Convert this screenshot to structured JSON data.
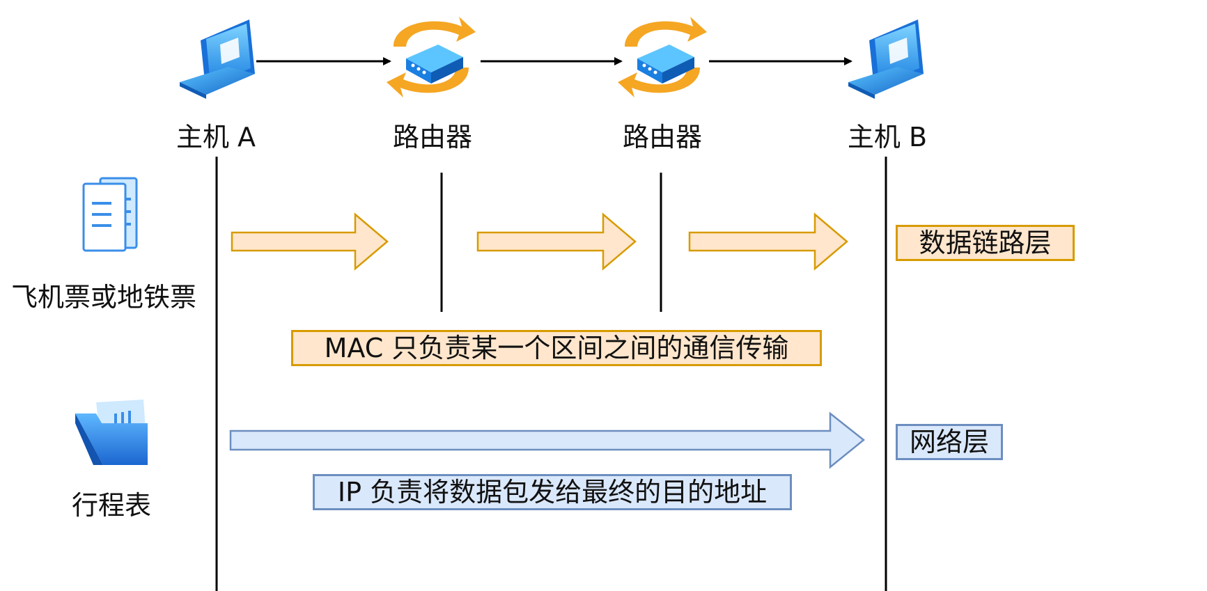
{
  "nodes": {
    "host_a": "主机 A",
    "router_1": "路由器",
    "router_2": "路由器",
    "host_b": "主机 B"
  },
  "left_labels": {
    "ticket": "飞机票或地铁票",
    "itinerary": "行程表"
  },
  "layers": {
    "data_link": "数据链路层",
    "network": "网络层"
  },
  "notes": {
    "mac": "MAC 只负责某一个区间之间的通信传输",
    "ip": "IP 负责将数据包发给最终的目的地址"
  },
  "colors": {
    "orange_fill": "#ffe6cc",
    "orange_stroke": "#d79b00",
    "blue_fill": "#dae8fc",
    "blue_stroke": "#6c8ebf",
    "router_arrow": "#f5a623"
  },
  "icons": {
    "host": "laptop-icon",
    "router": "router-icon",
    "ticket": "document-icon",
    "itinerary": "folder-icon"
  }
}
